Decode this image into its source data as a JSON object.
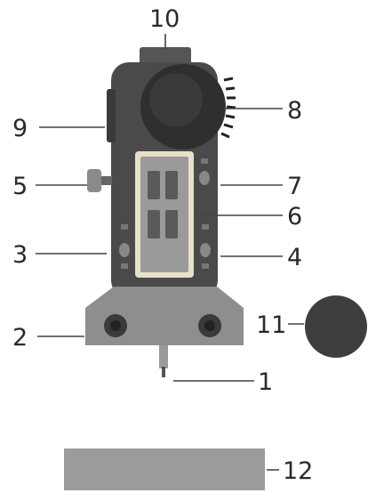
{
  "diagram": {
    "labels": {
      "l1": "1",
      "l2": "2",
      "l3": "3",
      "l4": "4",
      "l5": "5",
      "l6": "6",
      "l7": "7",
      "l8": "8",
      "l9": "9",
      "l10": "10",
      "l11": "11",
      "l12": "12"
    },
    "colors": {
      "body": "#4a4a4a",
      "body_dark": "#2f2f2f",
      "base": "#8e8e8e",
      "display": "#9a9a9a",
      "display_frame": "#e8e0c8",
      "disc": "#3e3e3e",
      "block": "#9b9b9b"
    }
  }
}
